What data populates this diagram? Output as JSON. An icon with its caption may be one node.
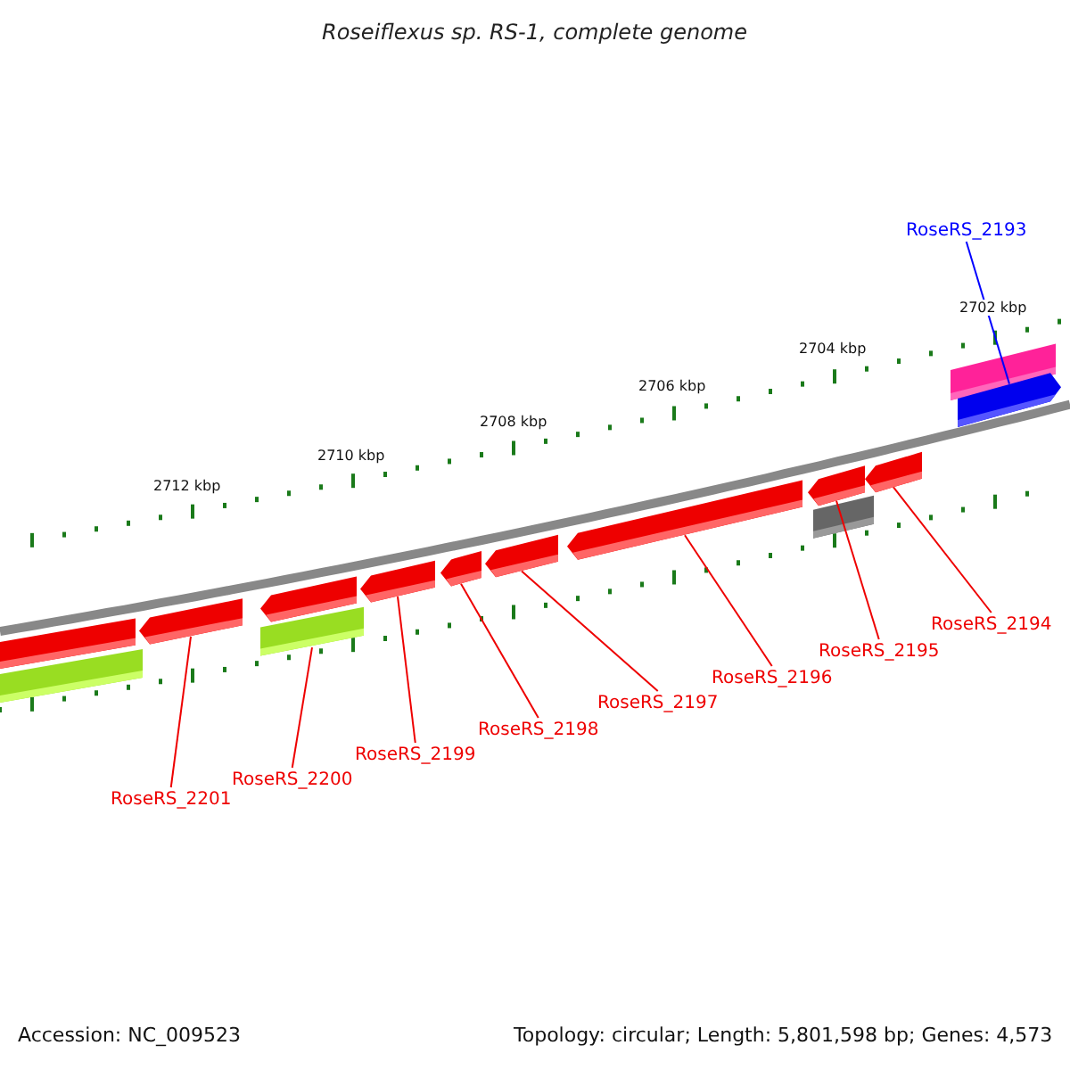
{
  "diagram": {
    "title": "Roseiflexus sp. RS-1, complete genome",
    "nodes": [
      {
        "text": [
          "RoseRS_2193"
        ]
      },
      {
        "text": [
          "RoseRS_2194"
        ]
      },
      {
        "text": [
          "RoseRS_2195"
        ]
      },
      {
        "text": [
          "RoseRS_2196"
        ]
      },
      {
        "text": [
          "RoseRS_2197"
        ]
      },
      {
        "text": [
          "RoseRS_2198"
        ]
      },
      {
        "text": [
          "RoseRS_2199"
        ]
      },
      {
        "text": [
          "RoseRS_2200"
        ]
      },
      {
        "text": [
          "RoseRS_2201"
        ]
      },
      {
        "text": [],
        "shape": "bar"
      },
      {
        "text": [],
        "shape": "bar"
      },
      {
        "text": [],
        "shape": "bar"
      },
      {
        "text": [],
        "shape": "bar"
      },
      {
        "text": [],
        "shape": "bar"
      },
      {
        "text": [],
        "shape": "bar"
      },
      {
        "text": [],
        "shape": "bar"
      },
      {
        "text": [],
        "shape": "bar"
      },
      {
        "text": [],
        "shape": "bar"
      }
    ],
    "edges": [
      {
        "from": 0,
        "to": 9,
        "arrow": "none",
        "color": "#0000ff"
      },
      {
        "from": 1,
        "to": 10,
        "arrow": "none"
      },
      {
        "from": 2,
        "to": 11,
        "arrow": "none"
      },
      {
        "from": 3,
        "to": 12,
        "arrow": "none"
      },
      {
        "from": 4,
        "to": 13,
        "arrow": "none"
      },
      {
        "from": 5,
        "to": 14,
        "arrow": "none"
      },
      {
        "from": 6,
        "to": 15,
        "arrow": "none"
      },
      {
        "from": 7,
        "to": 16,
        "arrow": "none"
      },
      {
        "from": 8,
        "to": 17,
        "arrow": "none"
      }
    ],
    "labels": [
      "2702 kbp",
      "2704 kbp",
      "2706 kbp",
      "2708 kbp",
      "2710 kbp",
      "2712 kbp",
      "Accession: NC_009523",
      "Topology: circular; Length: 5,801,598 bp; Genes: 4,573"
    ]
  }
}
